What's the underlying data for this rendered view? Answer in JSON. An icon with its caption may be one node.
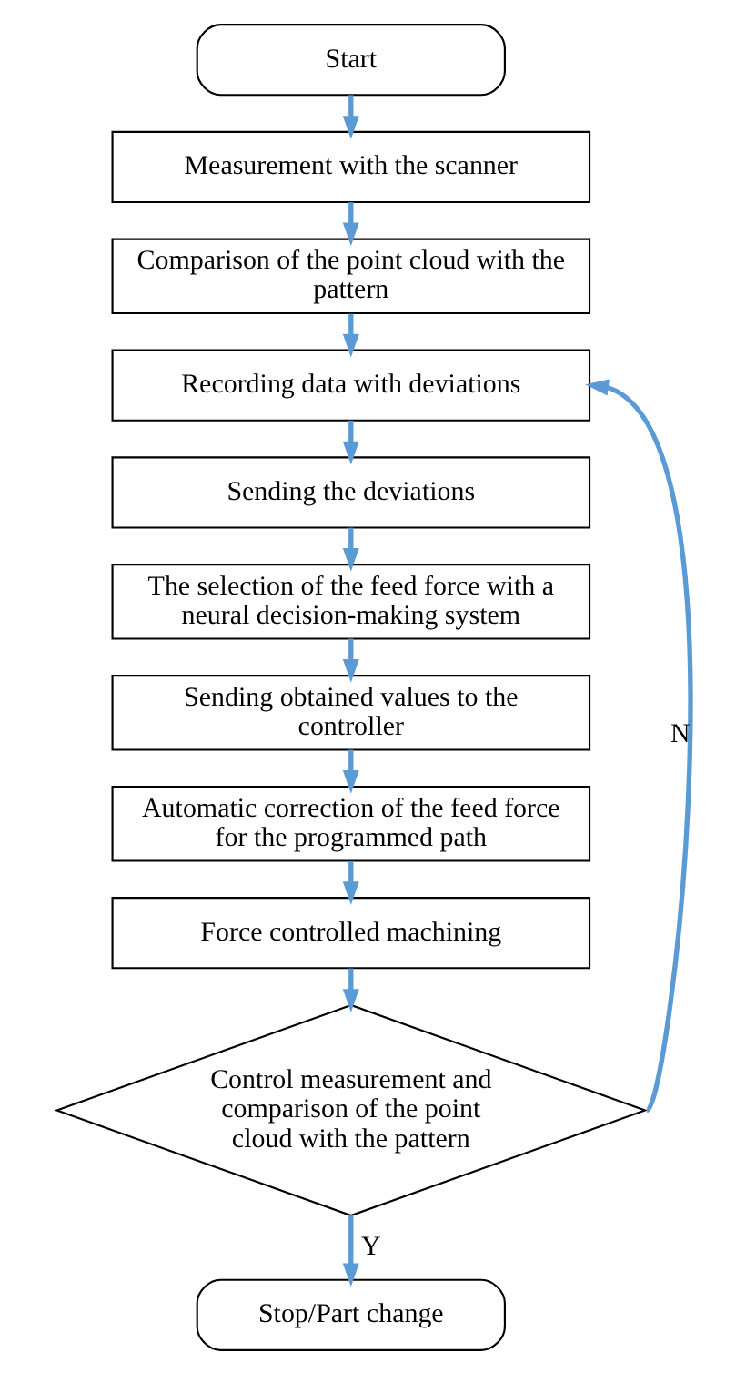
{
  "diagram": {
    "nodes": [
      {
        "text": [
          "Start"
        ]
      },
      {
        "text": [
          "Measurement with the scanner"
        ]
      },
      {
        "text": [
          "Comparison of the point cloud with the pattern"
        ]
      },
      {
        "text": [
          "Recording data with deviations"
        ]
      },
      {
        "text": [
          "Sending the deviations"
        ]
      },
      {
        "text": [
          "The selection of the feed force with a neural decision-making system"
        ]
      },
      {
        "text": [
          "Sending obtained values to the controller"
        ]
      },
      {
        "text": [
          "Automatic correction of the feed force for the programmed path"
        ]
      },
      {
        "text": [
          "Force controlled machining"
        ]
      },
      {
        "text": [
          "Control measurement and comparison of the point cloud with the pattern"
        ]
      },
      {
        "text": [
          "Stop/Part change"
        ]
      }
    ],
    "edges": [
      {
        "from": 0,
        "to": 1,
        "arrow": "to"
      },
      {
        "from": 1,
        "to": 2,
        "arrow": "to"
      },
      {
        "from": 2,
        "to": 3,
        "arrow": "to"
      },
      {
        "from": 3,
        "to": 4,
        "arrow": "to"
      },
      {
        "from": 4,
        "to": 5,
        "arrow": "to"
      },
      {
        "from": 5,
        "to": 6,
        "arrow": "to"
      },
      {
        "from": 6,
        "to": 7,
        "arrow": "to"
      },
      {
        "from": 7,
        "to": 8,
        "arrow": "to"
      },
      {
        "from": 8,
        "to": 9,
        "arrow": "to"
      },
      {
        "from": 9,
        "to": 3,
        "arrow": "to",
        "label": "N"
      },
      {
        "from": 9,
        "to": 10,
        "arrow": "to",
        "label": "Y"
      }
    ]
  }
}
